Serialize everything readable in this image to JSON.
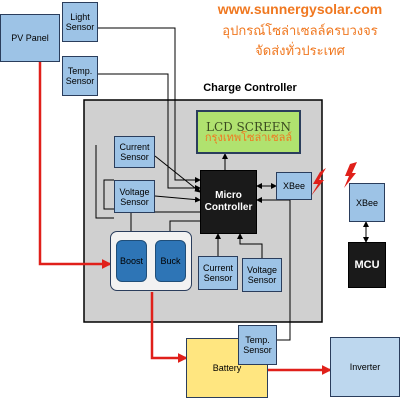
{
  "header": {
    "website": "www.sunnergysolar.com",
    "line1": "อุปกรณ์โซล่าเซลล์ครบวงจร",
    "line2": "จัดส่งทั่วประเทศ"
  },
  "title": "Charge Controller",
  "blocks": {
    "pv_panel": "PV Panel",
    "light_sensor": "Light Sensor",
    "temp_sensor_top": "Temp. Sensor",
    "current_sensor_left": "Current Sensor",
    "voltage_sensor_left": "Voltage Sensor",
    "micro_controller": "Micro Controller",
    "xbee_inner": "XBee",
    "xbee_outer": "XBee",
    "mcu": "MCU",
    "boost": "Boost",
    "buck": "Buck",
    "current_sensor_bottom": "Current Sensor",
    "voltage_sensor_bottom": "Voltage Sensor",
    "battery": "Battery",
    "temp_sensor_bottom": "Temp. Sensor",
    "inverter": "Inverter"
  },
  "lcd": {
    "text": "LCD SCREEN",
    "watermark": "กรุงเทพโซล่าเซลล์"
  },
  "colors": {
    "red_arrow": "#e0201a",
    "orange_text": "#f07820",
    "controller_bg": "#d0d0d0",
    "lcd_green": "#b0e26f"
  }
}
